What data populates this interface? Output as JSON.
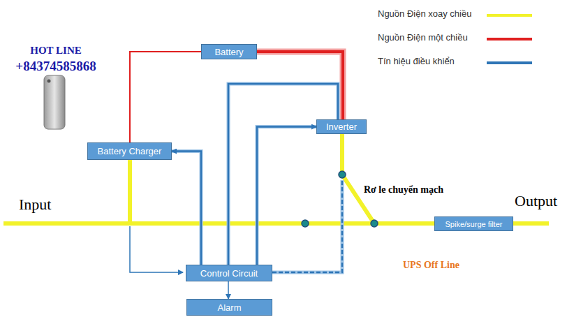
{
  "diagram": {
    "nodes": [
      {
        "text": [
          "Battery"
        ]
      },
      {
        "text": [
          "Battery Charger"
        ]
      },
      {
        "text": [
          "Inverter"
        ]
      },
      {
        "text": [
          "Spike/surge filter"
        ]
      },
      {
        "text": [
          "Control Circuit"
        ]
      },
      {
        "text": [
          "Alarm"
        ]
      }
    ],
    "edges": [
      {
        "from": 1,
        "to": 0,
        "arrow": "none"
      },
      {
        "from": 0,
        "to": 2,
        "arrow": "none"
      },
      {
        "from": 4,
        "to": 1,
        "arrow": "to"
      },
      {
        "from": 4,
        "to": 2,
        "arrow": "to"
      },
      {
        "from": 4,
        "to": 2,
        "arrow": "none"
      },
      {
        "from": 4,
        "to": 5,
        "arrow": "to"
      }
    ],
    "labels": [
      "HOT LINE",
      "+84374585868",
      "Input",
      "Output",
      "Rơ le chuyển mạch",
      "UPS Off Line"
    ],
    "legend": [
      {
        "text": "Nguồn Điện xoay chiều",
        "color": "#f2f22a"
      },
      {
        "text": "Nguồn Điện một chiều",
        "color": "#e02020"
      },
      {
        "text": "Tín hiệu điều khiển",
        "color": "#2e75b6"
      }
    ]
  }
}
